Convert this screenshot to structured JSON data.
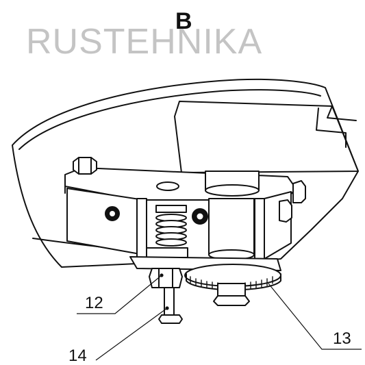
{
  "view_label": "B",
  "watermark_text": "RUSTEHNIKA",
  "callouts": {
    "c12": "12",
    "c13": "13",
    "c14": "14"
  },
  "colors": {
    "line": "#111111",
    "watermark": "#c4c4c4",
    "background": "#ffffff"
  }
}
